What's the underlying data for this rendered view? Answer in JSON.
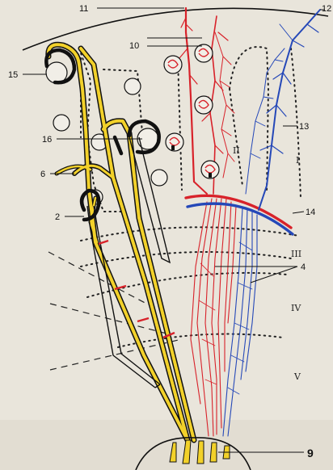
{
  "figure": {
    "labels": {
      "l11": "11",
      "l12": "12",
      "l10": "10",
      "l15": "15",
      "l13": "13",
      "l16": "16",
      "l6": "6",
      "l2": "2",
      "l14": "14",
      "l4": "4",
      "l9": "9"
    },
    "zones": {
      "z1": "I",
      "z2": "II",
      "z3": "III",
      "z4": "IV",
      "z5": "V"
    },
    "colors": {
      "background": "#e9e5db",
      "yellow_duct": "#f2d12a",
      "outline": "#111111",
      "artery_red": "#d8222a",
      "vein_blue": "#2548b8",
      "dotted": "#222222"
    }
  }
}
